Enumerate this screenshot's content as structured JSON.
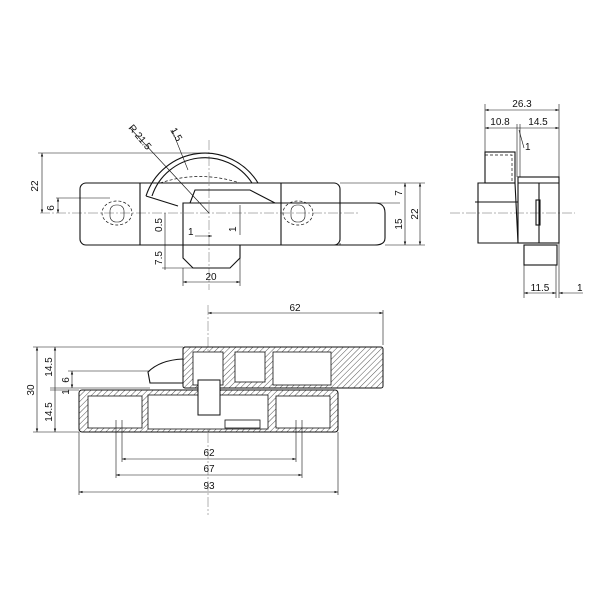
{
  "top_view": {
    "dims": {
      "height_total": "22",
      "offset_6": "6",
      "radius": "R 21.5",
      "thickness": "1.5",
      "gap_05": "0.5",
      "lug_75": "7.5",
      "lug_width": "20",
      "one_h": "1",
      "one_v": "1",
      "right_7": "7",
      "right_15": "15",
      "right_22": "22"
    }
  },
  "side_view": {
    "dims": {
      "total": "26.3",
      "left": "10.8",
      "right": "14.5",
      "gap": "1",
      "bottom": "11.5",
      "bottom_gap": "1"
    }
  },
  "front_view": {
    "dims": {
      "handle_length": "62",
      "height_total": "30",
      "upper": "14.5",
      "lower": "14.5",
      "offset_6": "6",
      "gap_1": "1",
      "hole_pitch": "62",
      "slot_span": "67",
      "base_length": "93"
    }
  }
}
